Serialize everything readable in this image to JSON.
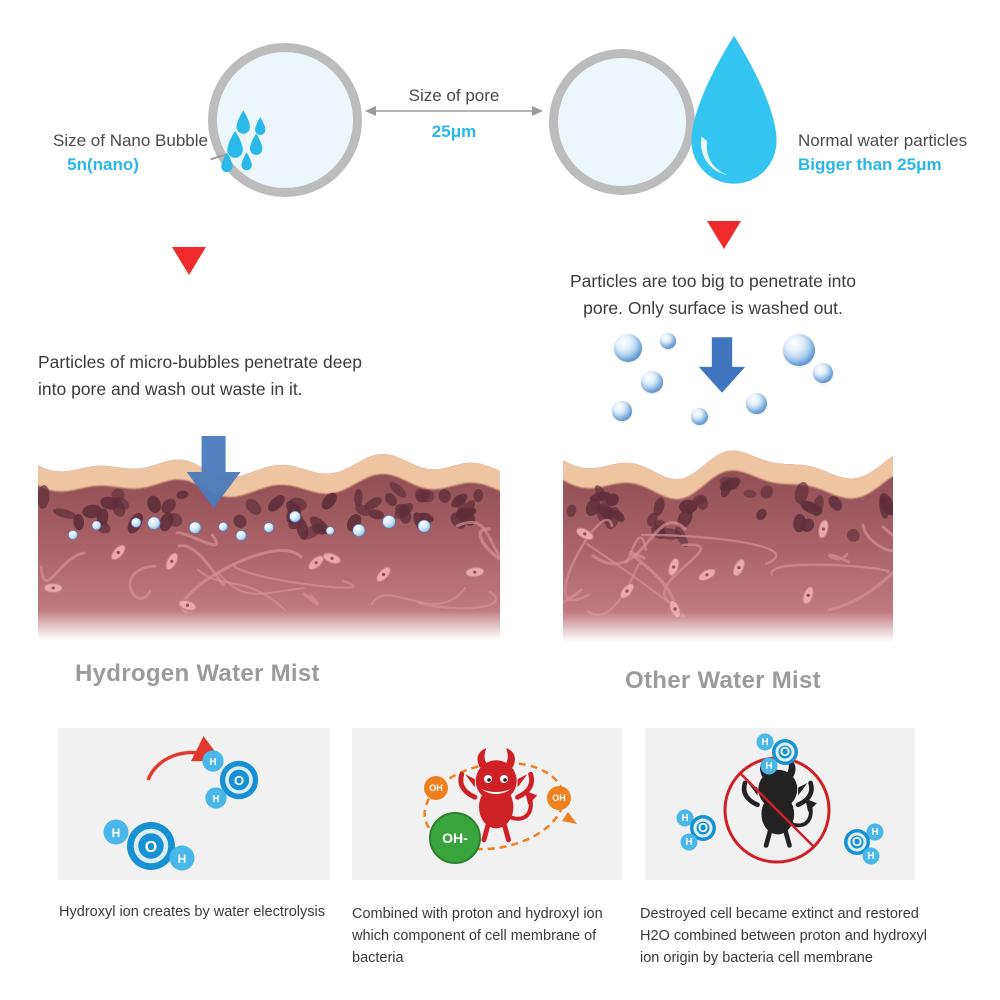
{
  "top": {
    "nano": {
      "label": "Size of Nano Bubble",
      "value": "5n(nano)"
    },
    "pore": {
      "label": "Size of pore",
      "value": "25μm"
    },
    "normal": {
      "label": "Normal water particles",
      "value": "Bigger than 25μm"
    }
  },
  "captions": {
    "left": "Particles of micro-bubbles penetrate deep into pore and wash out waste in it.",
    "right": "Particles are too big to penetrate into pore. Only surface is washed out."
  },
  "section_titles": {
    "left": "Hydrogen Water Mist",
    "right": "Other Water Mist"
  },
  "panels": [
    {
      "caption": "Hydroxyl ion creates by water electrolysis",
      "atoms": {
        "h": "H",
        "o": "O"
      }
    },
    {
      "caption": "Combined with proton and hydroxyl ion which component of cell membrane of bacteria",
      "ion_big": "OH-",
      "ion_small": "OH"
    },
    {
      "caption": "Destroyed cell became extinct and restored H2O combined between proton and hydroxyl ion origin by bacteria cell membrane",
      "atoms": {
        "h": "H",
        "o": "O"
      }
    }
  ],
  "colors": {
    "cyan": "#29b6e8",
    "red": "#ee2a2a",
    "arrow_blue": "#4577bb",
    "title_gray": "#9b9b9b"
  }
}
